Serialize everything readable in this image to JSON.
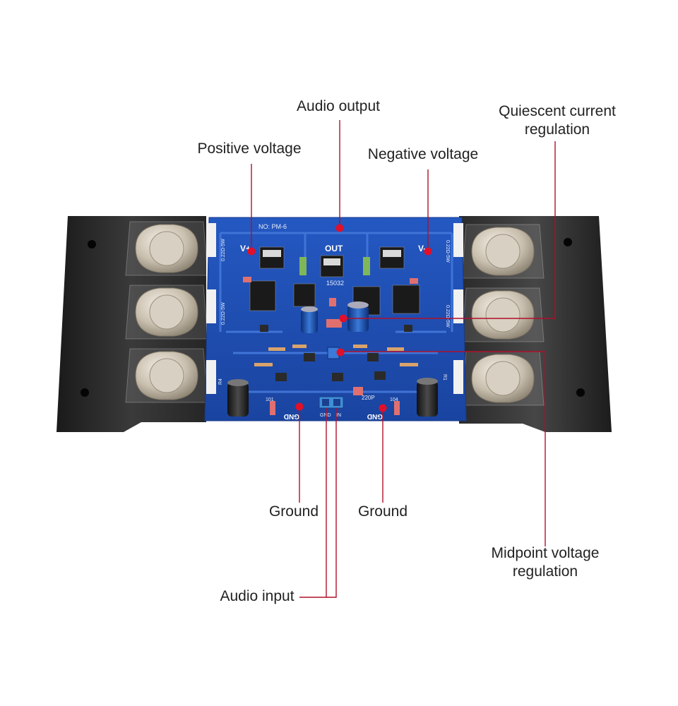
{
  "labels": {
    "audio_output": "Audio output",
    "positive_voltage": "Positive voltage",
    "negative_voltage": "Negative voltage",
    "quiescent_line1": "Quiescent current",
    "quiescent_line2": "regulation",
    "ground_left": "Ground",
    "ground_right": "Ground",
    "midpoint_line1": "Midpoint voltage",
    "midpoint_line2": "regulation",
    "audio_input": "Audio input"
  },
  "board": {
    "model": "NO: PM-6",
    "out": "OUT",
    "vplus": "V+",
    "vminus": "V-",
    "gnd_left": "GND",
    "gnd_right": "GND",
    "in_gnd": "GND",
    "in_in": "IN",
    "res_codes": [
      "0.22Ω-5W",
      "0.22Ω-5W",
      "0.22Ω-5W",
      "0.22Ω-5W"
    ],
    "chip_code": "15032",
    "cap_code": "220P",
    "res_101": "101",
    "res_104": "104",
    "res_left": "R4",
    "res_right": "R1"
  },
  "colors": {
    "leader": "#b0102a",
    "marker": "#e0102a",
    "pcb": "#1d4fb0",
    "heatsink": "#2a2a2a"
  }
}
